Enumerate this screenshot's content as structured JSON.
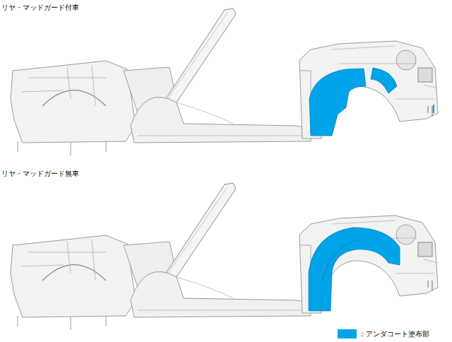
{
  "diagram": {
    "labels": [
      "リヤ・マッドガード付車",
      "リヤ・マッドガード無車"
    ],
    "legend": [
      {
        "text": "：アンダコート塗布部",
        "color": "#00a3e8"
      }
    ]
  }
}
